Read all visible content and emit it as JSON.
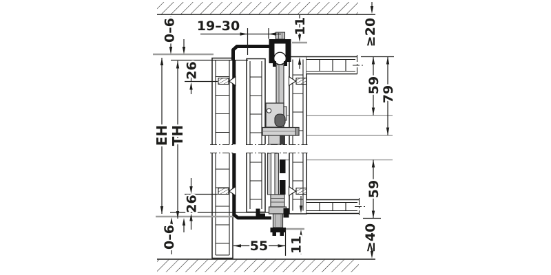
{
  "drawing": {
    "labels": {
      "gap_top": "0–6",
      "gap_bottom": "0–6",
      "door_thickness": "19–30",
      "clearance_top": "11",
      "clearance_bottom": "11",
      "screw_offset_top": "26",
      "screw_offset_bottom": "26",
      "min_top": "≥20",
      "min_bottom": "≥40",
      "depth_59_top": "59",
      "depth_59_bottom": "59",
      "depth_79": "79",
      "install_height": "EH",
      "door_height": "TH",
      "guide_width": "55"
    },
    "colors": {
      "line": "#1d1d1b",
      "gray_reference": "#9c9c9b",
      "fill_light": "#d6d6d6",
      "fill_mid": "#c3c3c3",
      "fill_dark": "#141414",
      "background": "#ffffff"
    }
  }
}
